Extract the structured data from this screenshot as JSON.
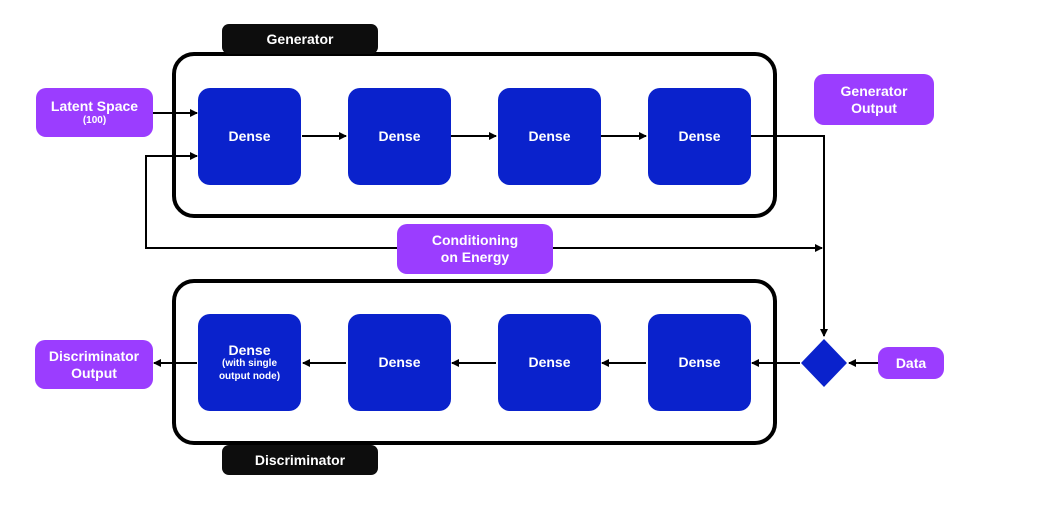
{
  "generator": {
    "title": "Generator",
    "layers": [
      "Dense",
      "Dense",
      "Dense",
      "Dense"
    ]
  },
  "discriminator": {
    "title": "Discriminator",
    "layers": [
      {
        "label": "Dense",
        "sub": "(with single output node)"
      },
      {
        "label": "Dense",
        "sub": ""
      },
      {
        "label": "Dense",
        "sub": ""
      },
      {
        "label": "Dense",
        "sub": ""
      }
    ]
  },
  "inputs": {
    "latent_space": "Latent Space",
    "latent_size": "(100)",
    "conditioning_line1": "Conditioning",
    "conditioning_line2": "on Energy",
    "data": "Data"
  },
  "outputs": {
    "generator_output_line1": "Generator",
    "generator_output_line2": "Output",
    "discriminator_output_line1": "Discriminator",
    "discriminator_output_line2": "Output"
  },
  "colors": {
    "dense_block": "#0a22cc",
    "io_label": "#9b3dff",
    "tab": "#0d0d0d",
    "frame": "#000000"
  }
}
